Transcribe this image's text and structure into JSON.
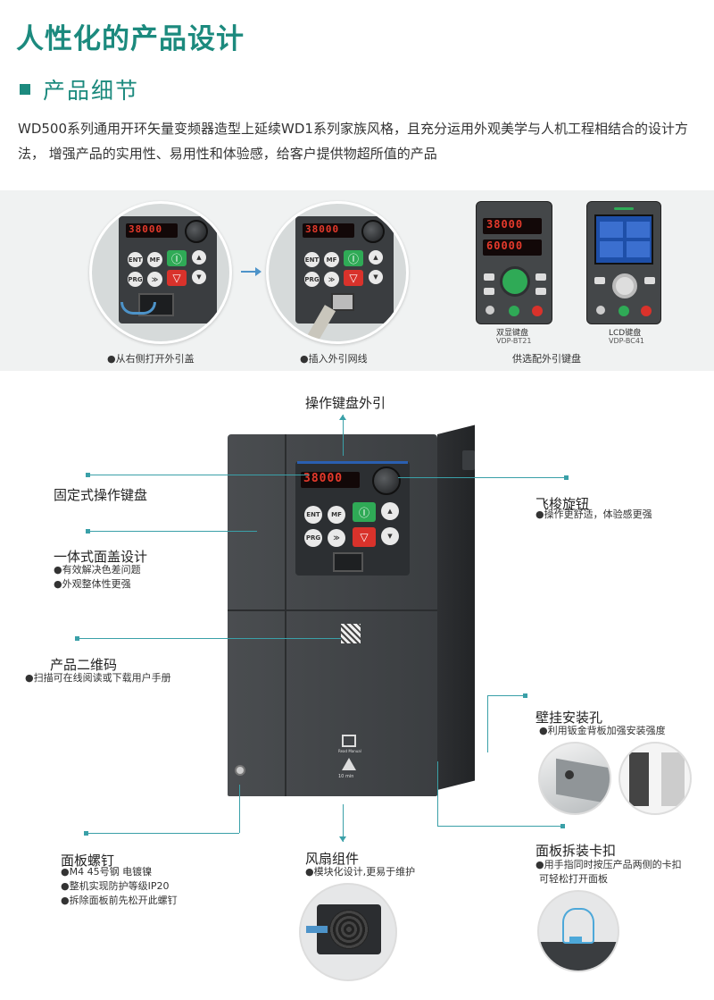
{
  "title": "人性化的产品设计",
  "section": "产品细节",
  "intro": "WD500系列通用开环矢量变频器造型上延续WD1系列家族风格，且充分运用外观美学与人机工程相结合的设计方法， 增强产品的实用性、易用性和体验感，给客户提供物超所值的产品",
  "top": {
    "cap1": "●从右侧打开外引盖",
    "cap2": "●插入外引网线",
    "cap3": "供选配外引键盘",
    "kp1_label": "双显键盘",
    "kp1_model": "VDP-BT21",
    "kp2_label": "LCD键盘",
    "kp2_model": "VDP-BC41",
    "disp1": "38000",
    "disp2": "38000",
    "disp3": "60000"
  },
  "device": {
    "display": "38000",
    "qr_text": "Read Manual",
    "warn_text": "10 min"
  },
  "keys": {
    "ent": "ENT",
    "mf": "MF",
    "prg": "PRG",
    "shift": "≫",
    "run": "Ⓘ",
    "stop": "▽",
    "up": "▲",
    "down": "▼"
  },
  "callouts": {
    "keypad_ext": "操作键盘外引",
    "fixed_kb": "固定式操作键盘",
    "knob_title": "飞梭旋钮",
    "knob_sub": "●操作更舒适，体验感更强",
    "cover_title": "一体式面盖设计",
    "cover_sub1": "●有效解决色差问题",
    "cover_sub2": "●外观整体性更强",
    "qr_title": "产品二维码",
    "qr_sub": "●扫描可在线阅读或下载用户手册",
    "wall_title": "壁挂安装孔",
    "wall_sub": "●利用钣金背板加强安装强度",
    "screw_title": "面板螺钉",
    "screw_sub1": "●M4 45号钢 电镀镍",
    "screw_sub2": "●整机实现防护等级IP20",
    "screw_sub3": "●拆除面板前先松开此螺钉",
    "fan_title": "风扇组件",
    "fan_sub": "●模块化设计,更易于维护",
    "clip_title": "面板拆装卡扣",
    "clip_sub1": "●用手指同时按压产品两侧的卡扣",
    "clip_sub2": "可轻松打开面板"
  },
  "colors": {
    "accent": "#1c8a7e",
    "line": "#3aa0a8",
    "green_key": "#2faa56",
    "red_key": "#d9322b"
  }
}
